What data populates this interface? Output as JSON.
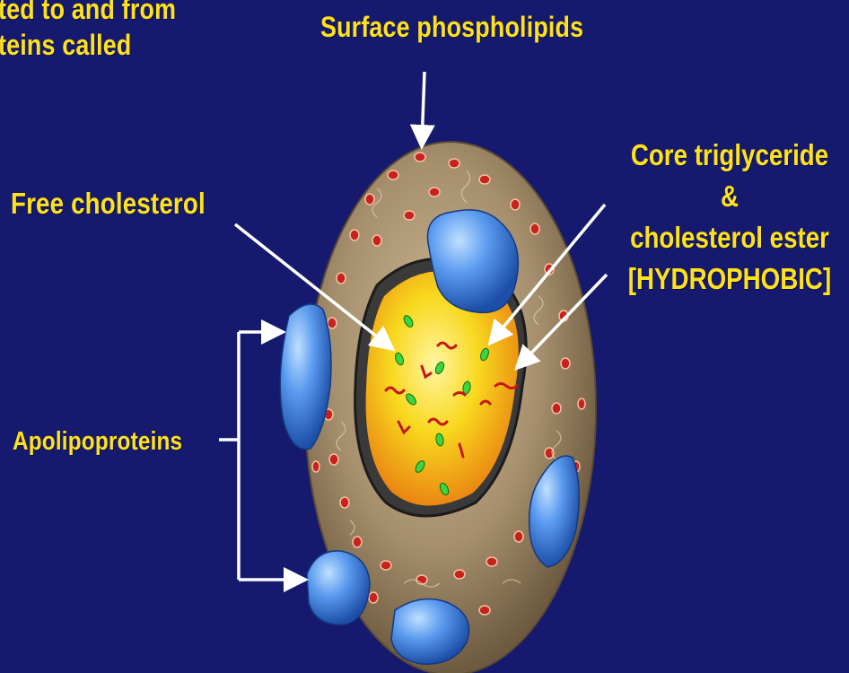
{
  "labels": {
    "top_partial_line1": "ted to and from",
    "top_partial_line2": "teins called",
    "surface_phospholipids": "Surface phospholipids",
    "free_cholesterol": "Free cholesterol",
    "core_line1": "Core triglyceride",
    "core_line2": "&",
    "core_line3": "cholesterol ester",
    "core_line4": "[HYDROPHOBIC]",
    "apolipoproteins": "Apolipoproteins"
  },
  "colors": {
    "background": "#151a6e",
    "label_text": "#ffe21a",
    "arrows": "#ffffff",
    "apoprotein_blue": "#4a86d8",
    "shell": "#a89272",
    "core_yellow": "#f7d21c"
  }
}
